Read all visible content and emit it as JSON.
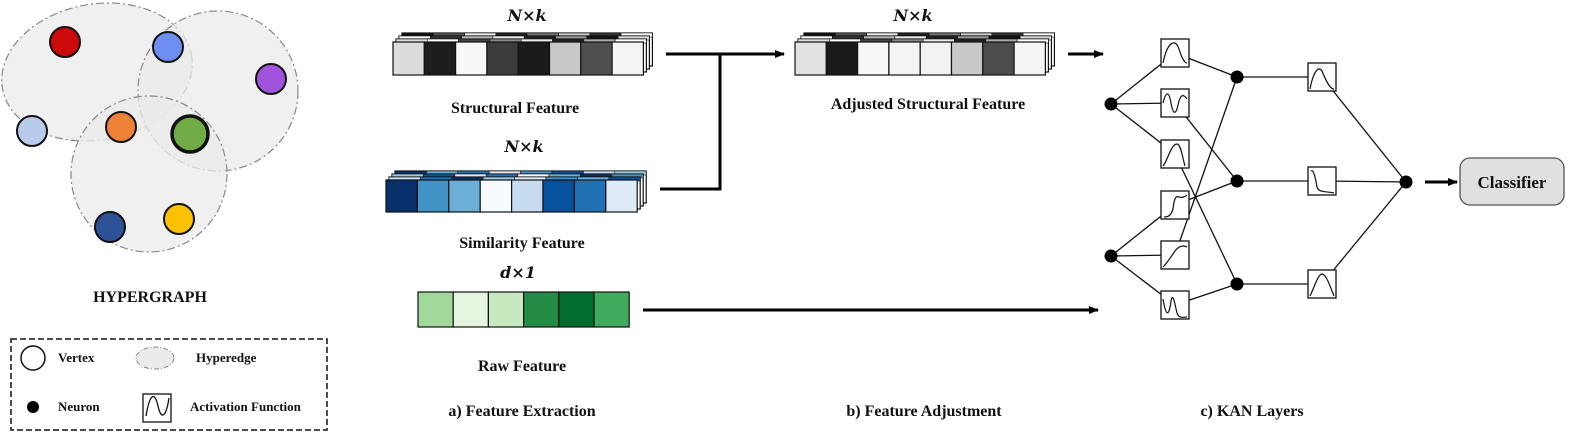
{
  "hypergraph": {
    "title": "HYPERGRAPH",
    "vertex_colors": {
      "red": "#cc0a0a",
      "blue": "#6e8ef2",
      "purple": "#a253de",
      "light_blue": "#b9cbea",
      "orange": "#ee8237",
      "green": "#6fac45",
      "dark_blue": "#2d5197",
      "yellow": "#fcc103"
    },
    "hyperedge_fill": "#ebebeb"
  },
  "legend": {
    "vertex": "Vertex",
    "hyperedge": "Hyperedge",
    "neuron": "Neuron",
    "activation_function": "Activation Function"
  },
  "feature_extraction": {
    "section_label": "a) Feature Extraction",
    "structural": {
      "dim_label": "N×k",
      "label": "Structural Feature",
      "cells": [
        "#dcdcdc",
        "#1d1d1d",
        "#f7f7f7",
        "#3c3c3c",
        "#1b1b1b",
        "#c8c8c8",
        "#4f4f4f",
        "#f4f4f4"
      ]
    },
    "similarity": {
      "dim_label": "N×k",
      "label": "Similarity Feature",
      "cells": [
        "#08306b",
        "#4292c6",
        "#6baed6",
        "#f7fbff",
        "#c6dbef",
        "#08519c",
        "#2171b5",
        "#deebf7"
      ]
    },
    "raw": {
      "dim_label": "d×1",
      "label": "Raw Feature",
      "cells": [
        "#a1d99b",
        "#e5f5e0",
        "#c7e9c0",
        "#238b45",
        "#006d2c",
        "#41ab5d"
      ]
    }
  },
  "feature_adjustment": {
    "section_label": "b) Feature Adjustment",
    "dim_label": "N×k",
    "label": "Adjusted Structural Feature",
    "cells": [
      "#e2e2e2",
      "#1b1b1b",
      "#f7f7f7",
      "#f4f4f4",
      "#f2f2f2",
      "#c9c9c9",
      "#4c4c4c",
      "#f5f5f5"
    ]
  },
  "kan": {
    "section_label": "c) KAN Layers",
    "classifier_label": "Classifier",
    "classifier_fill": "#e0e0e0"
  }
}
